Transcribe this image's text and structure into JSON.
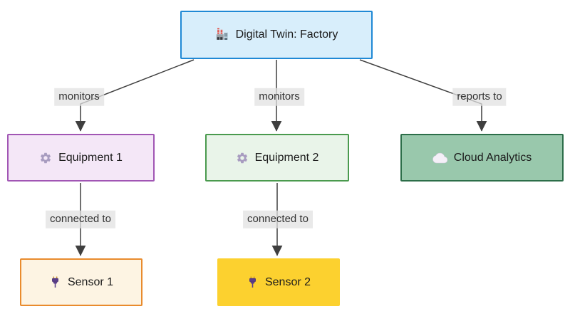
{
  "diagram": {
    "type": "flowchart",
    "title": "",
    "nodes": {
      "factory": {
        "label": "Digital Twin: Factory",
        "icon": "factory-icon",
        "fill": "#d8eefb",
        "border": "#2089d5"
      },
      "equipment1": {
        "label": "Equipment 1",
        "icon": "gear-icon",
        "fill": "#f4e7f7",
        "border": "#a156b4"
      },
      "equipment2": {
        "label": "Equipment 2",
        "icon": "gear-icon",
        "fill": "#e9f4e9",
        "border": "#4a9a4e"
      },
      "cloud": {
        "label": "Cloud Analytics",
        "icon": "cloud-icon",
        "fill": "#99c8ac",
        "border": "#2c6e49"
      },
      "sensor1": {
        "label": "Sensor 1",
        "icon": "plug-icon",
        "fill": "#fdf4e3",
        "border": "#e98b2d"
      },
      "sensor2": {
        "label": "Sensor 2",
        "icon": "plug-icon",
        "fill": "#fcd12f",
        "border": "#fcd12f"
      }
    },
    "edges": [
      {
        "from": "factory",
        "to": "equipment1",
        "label": "monitors"
      },
      {
        "from": "factory",
        "to": "equipment2",
        "label": "monitors"
      },
      {
        "from": "factory",
        "to": "cloud",
        "label": "reports to"
      },
      {
        "from": "equipment1",
        "to": "sensor1",
        "label": "connected to"
      },
      {
        "from": "equipment2",
        "to": "sensor2",
        "label": "connected to"
      }
    ],
    "colors": {
      "edge": "#3f3f3f",
      "label_bg": "#e1e1e1",
      "label_text": "#333333",
      "background": "#ffffff"
    }
  }
}
